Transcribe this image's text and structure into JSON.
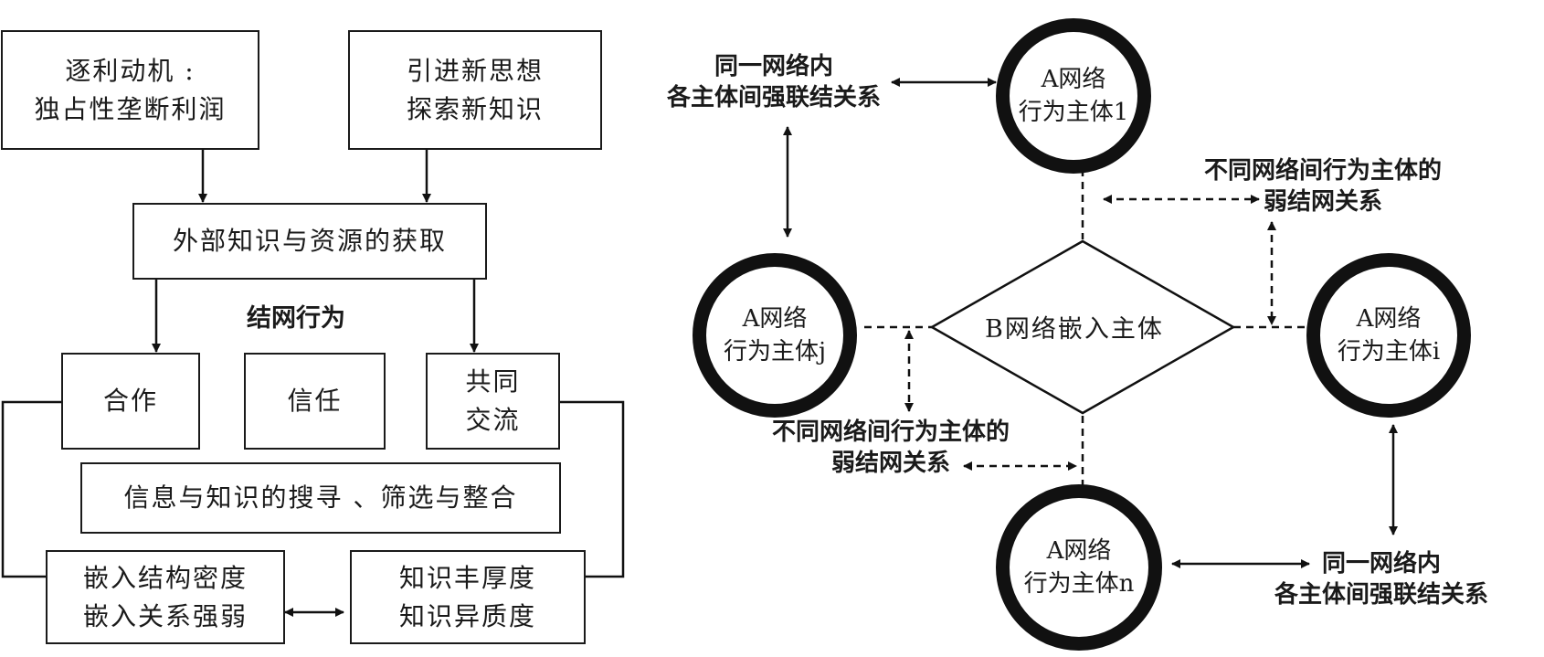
{
  "left": {
    "motive_box": [
      "逐利动机 :",
      "独占性垄断利润"
    ],
    "ideas_box": [
      "引进新思想",
      "探索新知识"
    ],
    "acquire_box": "外部知识与资源的获取",
    "networking_label": "结网行为",
    "coop_box": "合作",
    "trust_box": "信任",
    "comm_box": [
      "共同",
      "交流"
    ],
    "info_box": "信息与知识的搜寻 、筛选与整合",
    "embed_box": [
      "嵌入结构密度",
      "嵌入关系强弱"
    ],
    "knowledge_box": [
      "知识丰厚度",
      "知识异质度"
    ]
  },
  "right": {
    "node_1": [
      "A网络",
      "行为主体1"
    ],
    "node_j": [
      "A网络",
      "行为主体j"
    ],
    "node_i": [
      "A网络",
      "行为主体i"
    ],
    "node_n": [
      "A网络",
      "行为主体n"
    ],
    "center": "B网络嵌入主体",
    "strong_top": [
      "同一网络内",
      "各主体间强联结关系"
    ],
    "strong_bottom": [
      "同一网络内",
      "各主体间强联结关系"
    ],
    "weak_top": [
      "不同网络间行为主体的",
      "弱结网关系"
    ],
    "weak_bottom": [
      "不同网络间行为主体的",
      "弱结网关系"
    ]
  }
}
